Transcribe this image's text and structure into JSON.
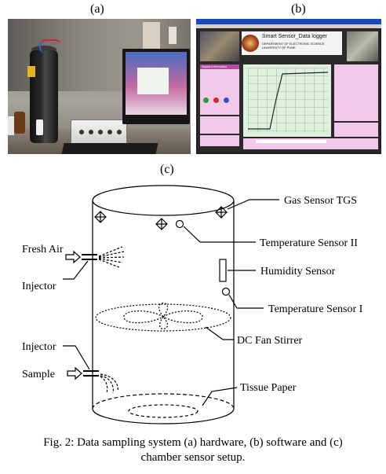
{
  "panels": {
    "a": "(a)",
    "b": "(b)",
    "c": "(c)"
  },
  "software": {
    "title_line1": "Smart Sensor_Data logger",
    "title_line2": "DEPARTMENT OF ELECTRONIC SCIENCE",
    "title_line3": "UNIVERSITY OF PUNE",
    "signal_panel": "Signal Information",
    "led_colors": [
      "#2f9a3a",
      "#d22a2a",
      "#2d52d8"
    ]
  },
  "diagram": {
    "labels": {
      "gas_sensor": "Gas Sensor TGS",
      "temp_sensor_2": "Temperature Sensor II",
      "fresh_air": "Fresh Air",
      "injector_top": "Injector",
      "humidity_sensor": "Humidity Sensor",
      "temp_sensor_1": "Temperature Sensor I",
      "dc_fan": "DC Fan Stirrer",
      "injector_bottom": "Injector",
      "sample": "Sample",
      "tissue_paper": "Tissue Paper"
    }
  },
  "caption": {
    "line1": "Fig. 2: Data sampling system (a) hardware, (b) software and (c)",
    "line2": "chamber sensor setup."
  }
}
